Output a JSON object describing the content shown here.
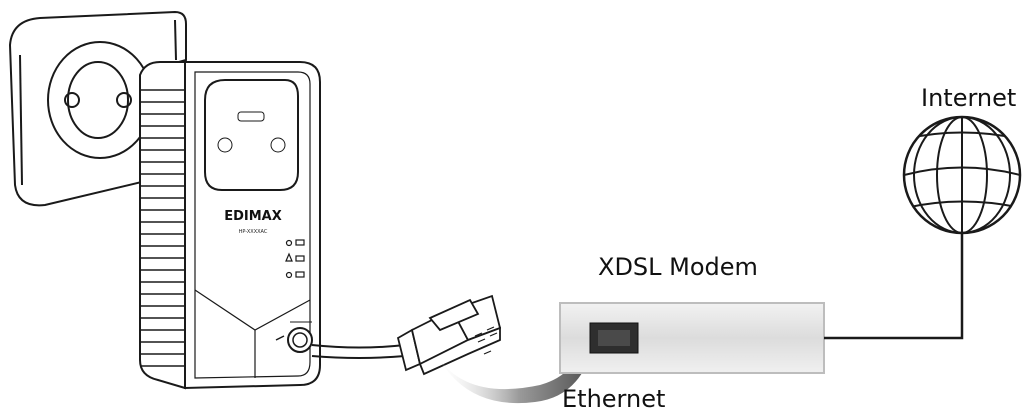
{
  "labels": {
    "internet": "Internet",
    "modem": "XDSL Modem",
    "ethernet": "Ethernet"
  },
  "device": {
    "brand": "EDIMAX",
    "model": "HP-XXXXAC"
  },
  "icons": [
    "wall-outlet-icon",
    "powerline-adapter-icon",
    "rj45-plug-icon",
    "modem-icon",
    "globe-icon",
    "curved-arrow-icon"
  ],
  "colors": {
    "stroke": "#1a1a1a",
    "modem_fill": "#e6e6e6",
    "arrow_fill": "#6a6a6a",
    "port_fill": "#3a3a3a"
  }
}
